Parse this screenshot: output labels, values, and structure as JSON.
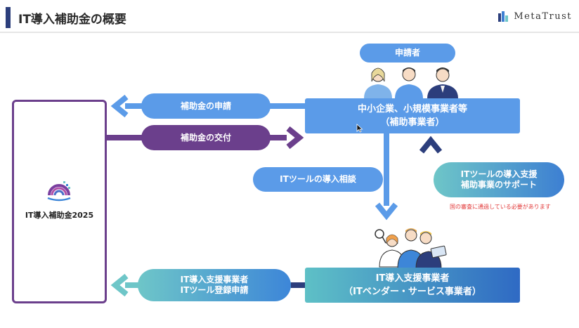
{
  "header": {
    "title": "IT導入補助金の概要",
    "brand": "MetaTrust"
  },
  "logo": {
    "text": "IT導入補助金2025"
  },
  "applicant_label": "申請者",
  "sme_box": {
    "line1": "中小企業、小規模事業者等",
    "line2": "（補助事業者）"
  },
  "vendor_box": {
    "line1": "IT導入支援事業者",
    "line2": "（ITベンダー・サービス事業者）"
  },
  "arrows": {
    "apply": "補助金の申請",
    "deliver": "補助金の交付",
    "consult": "ITツールの導入相談",
    "support_line1": "ITツールの導入支援",
    "support_line2": "補助事業のサポート",
    "register_line1": "IT導入支援事業者",
    "register_line2": "ITツール登録申請"
  },
  "note": "国の審査に通過している必要があります",
  "colors": {
    "light_blue": "#5b9be8",
    "purple": "#6b3f8c",
    "navy": "#2c3e7c",
    "teal": "#6ec6c8",
    "note_red": "#e23b3b"
  }
}
